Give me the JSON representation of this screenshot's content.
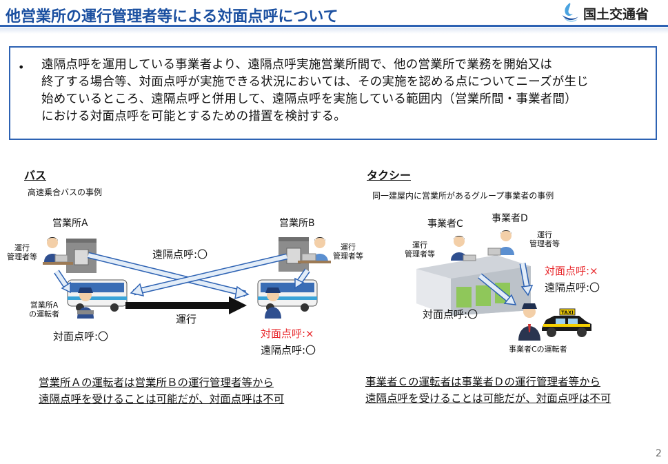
{
  "header": {
    "title": "他営業所の運行管理者等による対面点呼について",
    "logo_text": "国土交通省",
    "accent_color": "#2d62b3"
  },
  "summary": {
    "bullet": "•",
    "lines": [
      "遠隔点呼を運用している事業者より、遠隔点呼実施営業所間で、他の営業所で業務を開始又は",
      "終了する場合等、対面点呼が実施できる状況においては、その実施を認める点についてニーズが生じ",
      "始めているところ、遠隔点呼と併用して、遠隔点呼を実施している範囲内（営業所間・事業者間）",
      "における対面点呼を可能とするための措置を検討する。"
    ]
  },
  "bus": {
    "heading": "バス",
    "case": "高速乗合バスの事例",
    "office_a": "営業所A",
    "office_b": "営業所B",
    "manager_a": [
      "運行",
      "管理者等"
    ],
    "manager_b": [
      "運行",
      "管理者等"
    ],
    "driver_label": [
      "営業所A",
      "の運転者"
    ],
    "remote_ok_top": "遠隔点呼:〇",
    "operation": "運行",
    "face_ok": "対面点呼:〇",
    "face_ng": "対面点呼:×",
    "remote_ok_bottom": "遠隔点呼:〇",
    "conclusion": [
      "営業所Ａの運転者は営業所Ｂの運行管理者等から",
      "遠隔点呼を受けることは可能だが、対面点呼は不可"
    ]
  },
  "taxi": {
    "heading": "タクシー",
    "case": "同一建屋内に営業所があるグループ事業者の事例",
    "company_c": "事業者C",
    "company_d": "事業者D",
    "manager_c": [
      "運行",
      "管理者等"
    ],
    "manager_d": [
      "運行",
      "管理者等"
    ],
    "face_ng": "対面点呼:×",
    "remote_ok": "遠隔点呼:〇",
    "face_ok": "対面点呼:〇",
    "driver_label": "事業者Cの運転者",
    "taxi_sign": "TAXI",
    "conclusion": [
      "事業者Ｃの運転者は事業者Ｄの運行管理者等から",
      "遠隔点呼を受けることは可能だが、対面点呼は不可"
    ]
  },
  "page_number": "2"
}
